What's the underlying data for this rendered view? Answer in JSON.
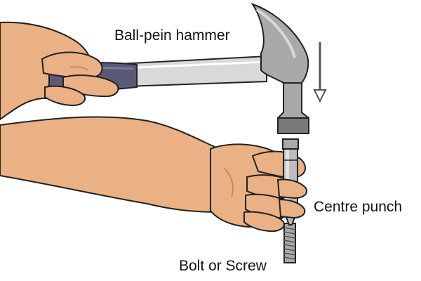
{
  "labels": {
    "hammer": "Ball-pein hammer",
    "punch": "Centre punch",
    "bolt": "Bolt or Screw"
  },
  "colors": {
    "skin": "#e9b184",
    "skin_shadow": "#c98a5c",
    "outline": "#222222",
    "steel_light": "#d9d9d9",
    "steel_mid": "#a9a9a9",
    "steel_dark": "#7a7a7a",
    "grip": "#5a5a78",
    "grip_dark": "#3e3e58",
    "arrow": "#555555"
  },
  "icons": {
    "motion_arrow": "down-arrow-icon"
  }
}
